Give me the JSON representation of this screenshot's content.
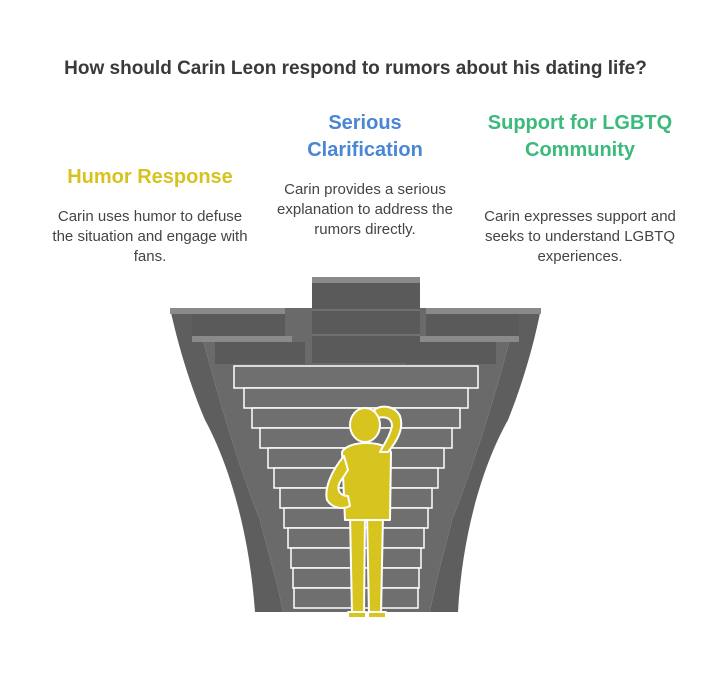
{
  "title": "How should Carin Leon respond to rumors about his dating life?",
  "colors": {
    "humor": "#d6c31f",
    "serious": "#4a86d4",
    "support": "#3bba7b",
    "stairs": "#5f5f5f",
    "steps": "#666666",
    "figure": "#d8c41f"
  },
  "options": {
    "humor": {
      "heading": "Humor Response",
      "description": "Carin uses humor to defuse the situation and engage with fans."
    },
    "serious": {
      "heading": "Serious Clarification",
      "description": "Carin provides a serious explanation to address the rumors directly."
    },
    "support": {
      "heading": "Support for LGBTQ Community",
      "description": "Carin expresses support and seeks to understand LGBTQ experiences."
    }
  },
  "illustration": {
    "figure": "person-scratching-head-icon",
    "structure": "three-way-staircase"
  }
}
